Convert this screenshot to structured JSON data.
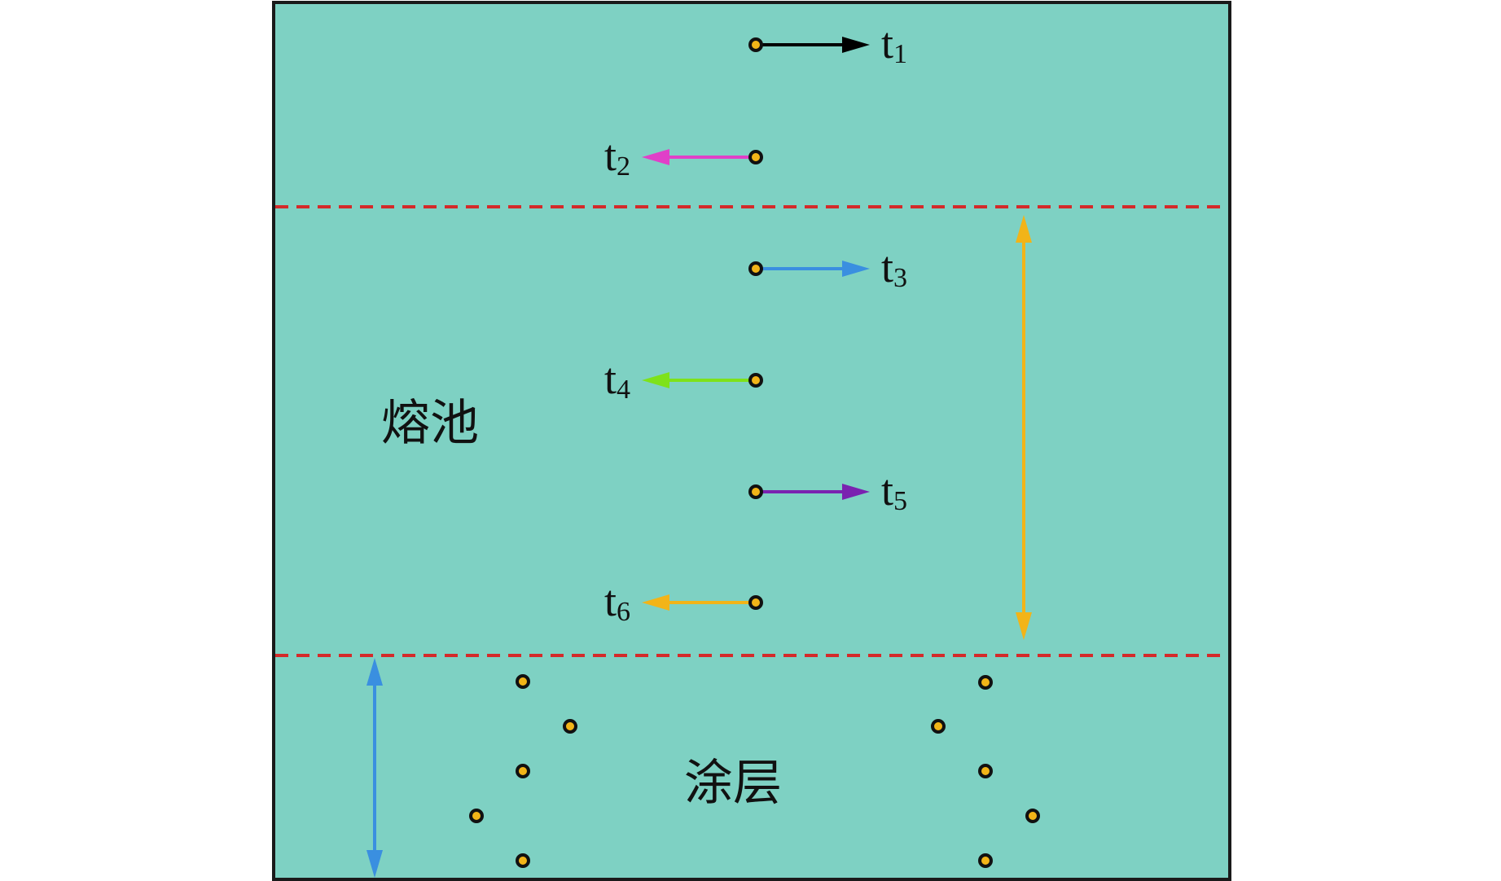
{
  "regions": {
    "melt_pool": "熔池",
    "coating": "涂层"
  },
  "time_labels": [
    {
      "base": "t",
      "sub": "1",
      "direction": "right",
      "color": "#000000"
    },
    {
      "base": "t",
      "sub": "2",
      "direction": "left",
      "color": "#e040c8"
    },
    {
      "base": "t",
      "sub": "3",
      "direction": "right",
      "color": "#3a8fe0"
    },
    {
      "base": "t",
      "sub": "4",
      "direction": "left",
      "color": "#7ee21a"
    },
    {
      "base": "t",
      "sub": "5",
      "direction": "right",
      "color": "#7a22b0"
    },
    {
      "base": "t",
      "sub": "6",
      "direction": "left",
      "color": "#f2b418"
    }
  ],
  "colors": {
    "background": "#7ed1c3",
    "frame": "#1a1a1a",
    "boundary_dash": "#d42a2a",
    "particle_fill": "#f2b418",
    "particle_stroke": "#111111",
    "pool_depth_arrow": "#f2b418",
    "coating_depth_arrow": "#3a8fe0"
  }
}
